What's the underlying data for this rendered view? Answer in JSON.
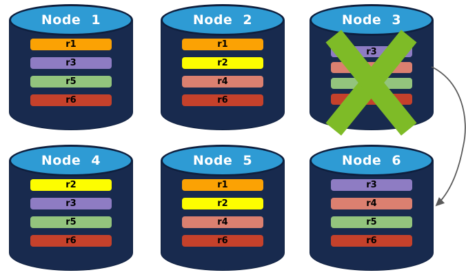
{
  "colors": {
    "background": "#FFFFFF",
    "cylinder_body": "#182A4E",
    "cylinder_outline": "#0E1F3E",
    "cylinder_top_fill": "#2E9BD4",
    "node_title_text": "#FFFFFF",
    "replica_label_text": "#000000",
    "failure_x": "#7EBB27",
    "arrow": "#5A5A5A",
    "replica_palette": {
      "r1": "#FBA204",
      "r2": "#FDFD00",
      "r3": "#8E7CC3",
      "r4": "#DB8070",
      "r5": "#93C47D",
      "r6": "#C5412B"
    }
  },
  "nodes": [
    {
      "title": "Node 1",
      "failed": false,
      "replicas": [
        {
          "label": "r1",
          "color": "#FBA204"
        },
        {
          "label": "r3",
          "color": "#8E7CC3"
        },
        {
          "label": "r5",
          "color": "#93C47D"
        },
        {
          "label": "r6",
          "color": "#C5412B"
        }
      ]
    },
    {
      "title": "Node 2",
      "failed": false,
      "replicas": [
        {
          "label": "r1",
          "color": "#FBA204"
        },
        {
          "label": "r2",
          "color": "#FDFD00"
        },
        {
          "label": "r4",
          "color": "#DB8070"
        },
        {
          "label": "r6",
          "color": "#C5412B"
        }
      ]
    },
    {
      "title": "Node 3",
      "failed": true,
      "replicas": [
        {
          "label": "r3",
          "color": "#8E7CC3"
        },
        {
          "label": "",
          "color": "#DB8070"
        },
        {
          "label": "",
          "color": "#93C47D"
        },
        {
          "label": "",
          "color": "#C5412B"
        }
      ]
    },
    {
      "title": "Node 4",
      "failed": false,
      "replicas": [
        {
          "label": "r2",
          "color": "#FDFD00"
        },
        {
          "label": "r3",
          "color": "#8E7CC3"
        },
        {
          "label": "r5",
          "color": "#93C47D"
        },
        {
          "label": "r6",
          "color": "#C5412B"
        }
      ]
    },
    {
      "title": "Node 5",
      "failed": false,
      "replicas": [
        {
          "label": "r1",
          "color": "#FBA204"
        },
        {
          "label": "r2",
          "color": "#FDFD00"
        },
        {
          "label": "r4",
          "color": "#DB8070"
        },
        {
          "label": "r6",
          "color": "#C5412B"
        }
      ]
    },
    {
      "title": "Node 6",
      "failed": false,
      "replicas": [
        {
          "label": "r3",
          "color": "#8E7CC3"
        },
        {
          "label": "r4",
          "color": "#DB8070"
        },
        {
          "label": "r5",
          "color": "#93C47D"
        },
        {
          "label": "r6",
          "color": "#C5412B"
        }
      ]
    }
  ],
  "annotations": {
    "failed_node": "Node 3",
    "arrow_from": "Node 3",
    "arrow_to": "Node 6"
  }
}
